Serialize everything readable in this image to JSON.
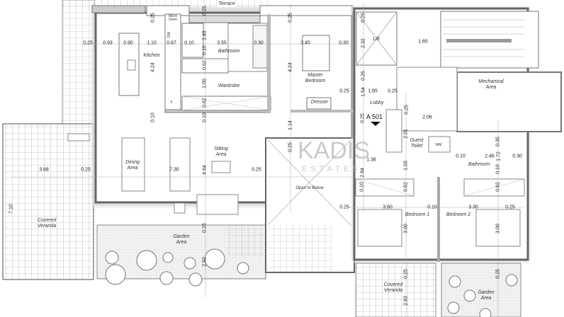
{
  "rooms": {
    "terrace": "Terrace",
    "kitchen": "Kitchen",
    "bathroom": "Bathroom",
    "wardrobe": "Wardrobe",
    "master_bedroom": "Master\nBedroom",
    "dresser": "Dresser",
    "lift": "Lift",
    "lobby": "Lobby",
    "mechanical": "Mechanical\nArea",
    "guest_toilet": "Guest\nToilet",
    "wm": "WM",
    "bathroom2": "Bathroom",
    "sitting": "Sitting\nArea",
    "dining": "Dining\nArea",
    "open_below": "Open to Below",
    "bedroom1": "Bedroom 1",
    "bedroom2": "Bedroom 2",
    "veranda_left": "Covered\nVeranda",
    "veranda_bottom": "Covered\nVeranda",
    "garden_left": "Garden\nArea",
    "garden_right": "Garden\nArea",
    "micro_oven": "Micro\nOven",
    "dw": "DW",
    "fridge": "F"
  },
  "section_marker": "A 501",
  "logo": {
    "name": "KADIS",
    "sub": "ESTATES"
  },
  "dims": [
    "0.25",
    "0.93",
    "0.90",
    "1.10",
    "0.67",
    "0.10",
    "3.55",
    "0.30",
    "0.25",
    "0.25",
    "1.49",
    "0.10",
    "4.24",
    "0.62",
    "1.00",
    "0.62",
    "0.10",
    "0.10",
    "3.45",
    "0.30",
    "0.25",
    "4.24",
    "0.25",
    "2.32",
    "0.25",
    "1.65",
    "0.25",
    "1.54",
    "1.85",
    "0.25",
    "0.25",
    "2.06",
    "2.01",
    "1.14",
    "0.25",
    "0.25",
    "2.84",
    "1.38",
    "1.03",
    "0.10",
    "2.46",
    "1.72",
    "0.30",
    "0.35",
    "0.10",
    "3.68",
    "0.25",
    "7.30",
    "4.64",
    "0.25",
    "7.10",
    "0.25",
    "2.92",
    "0.10",
    "0.62",
    "0.62",
    "0.25",
    "3.60",
    "0.10",
    "3.30",
    "0.25",
    "3.00",
    "3.00",
    "0.25",
    "0.25",
    "2.83"
  ]
}
